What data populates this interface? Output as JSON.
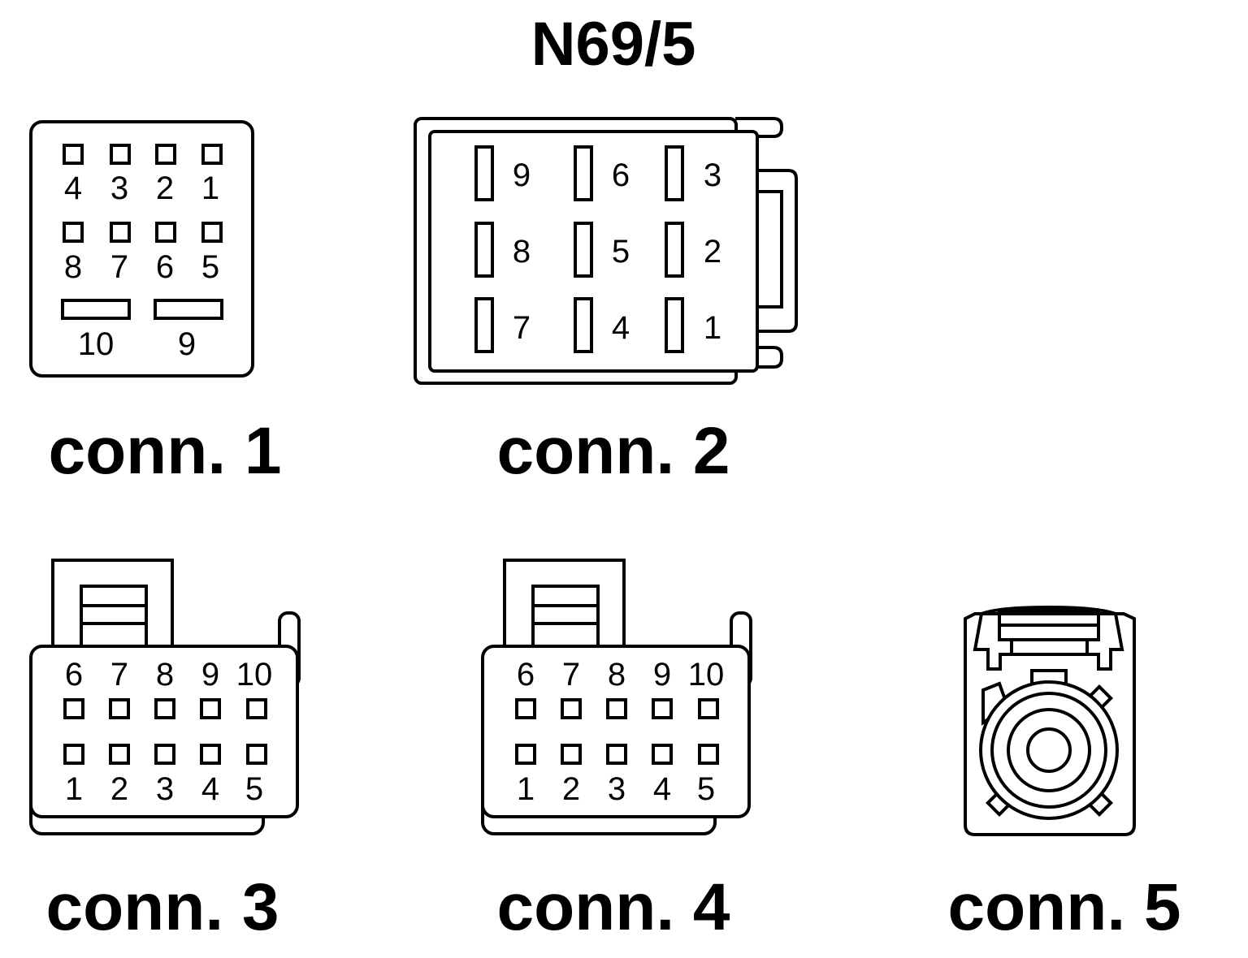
{
  "title": "N69/5",
  "connectors": [
    {
      "label": "conn. 1",
      "pins": [
        "1",
        "2",
        "3",
        "4",
        "5",
        "6",
        "7",
        "8",
        "9",
        "10"
      ]
    },
    {
      "label": "conn. 2",
      "pins": [
        "1",
        "2",
        "3",
        "4",
        "5",
        "6",
        "7",
        "8",
        "9"
      ]
    },
    {
      "label": "conn. 3",
      "pins": [
        "1",
        "2",
        "3",
        "4",
        "5",
        "6",
        "7",
        "8",
        "9",
        "10"
      ]
    },
    {
      "label": "conn. 4",
      "pins": [
        "1",
        "2",
        "3",
        "4",
        "5",
        "6",
        "7",
        "8",
        "9",
        "10"
      ]
    },
    {
      "label": "conn. 5",
      "pins": []
    }
  ]
}
